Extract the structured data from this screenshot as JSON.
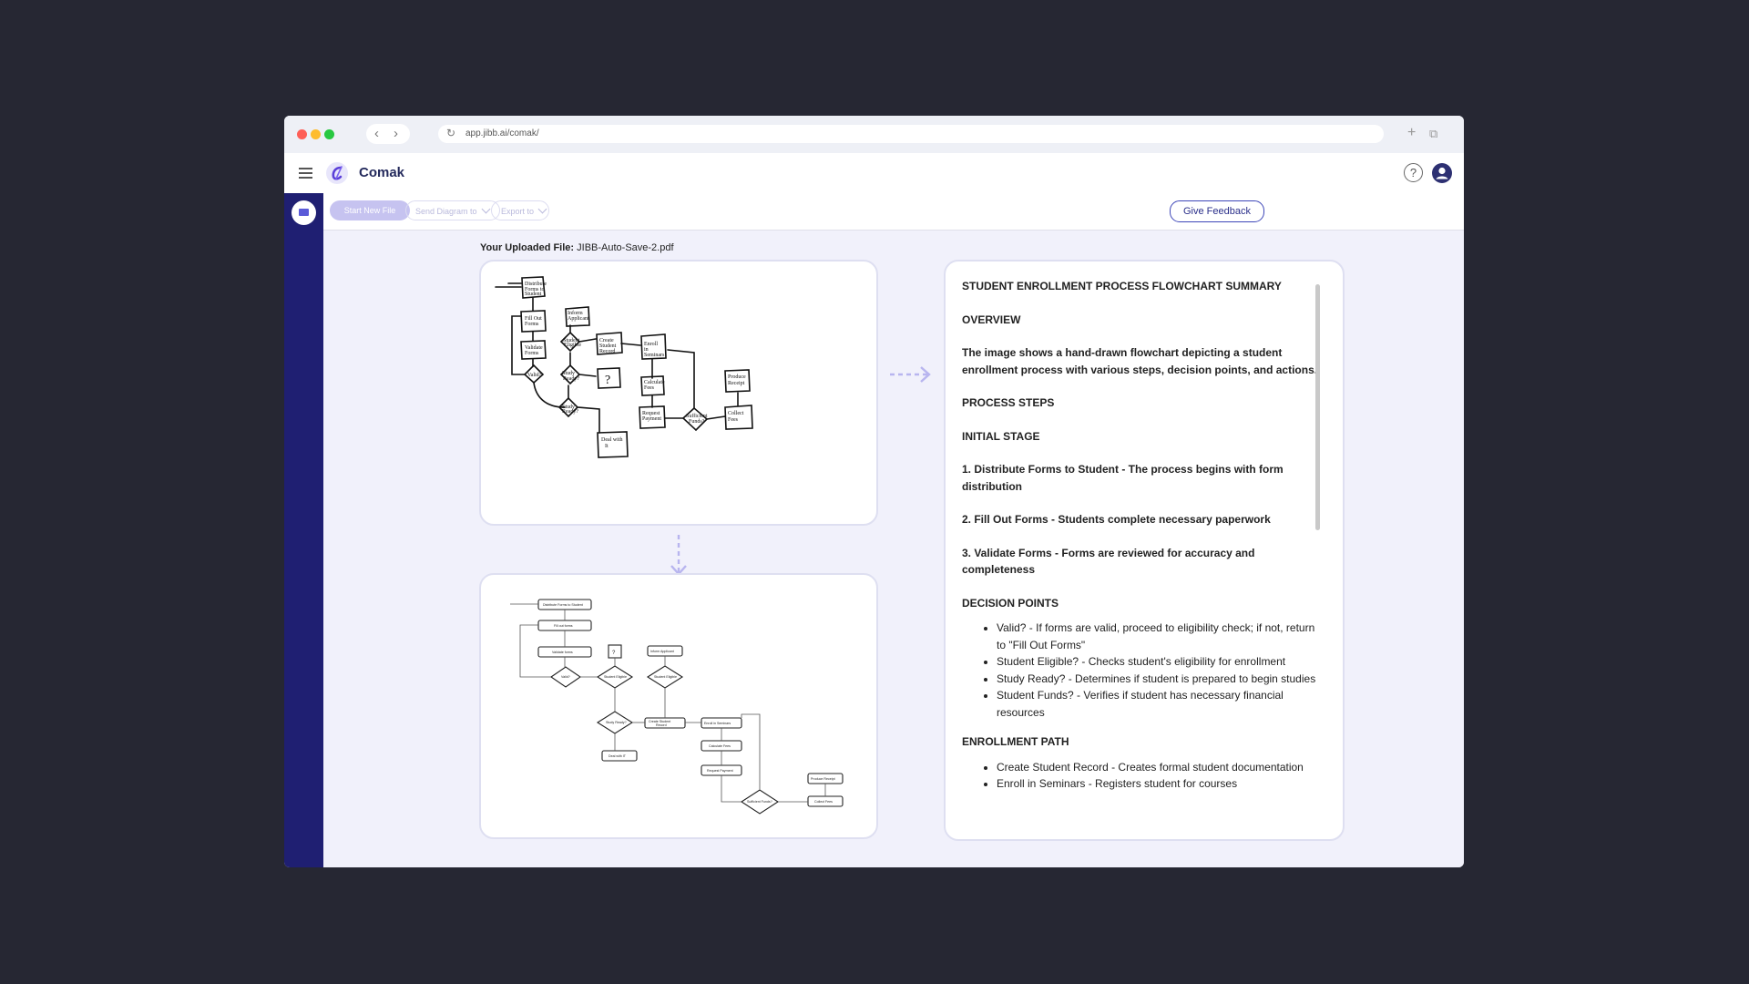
{
  "browser": {
    "url": "app.jibb.ai/comak/"
  },
  "app": {
    "name": "Comak",
    "help_symbol": "?"
  },
  "toolbar": {
    "start_new_file": "Start New File",
    "send_diagram_to": "Send Diagram to",
    "export_to": "Export to",
    "give_feedback": "Give Feedback"
  },
  "upload": {
    "label": "Your Uploaded File:",
    "filename": "JIBB-Auto-Save-2.pdf"
  },
  "sketch": {
    "labels": [
      "Distribute Forms to Student",
      "Fill Out Forms",
      "Validate Forms",
      "Valid?",
      "Inform Applicant",
      "Student Eligible?",
      "Create Student Record",
      "Enroll in Seminars",
      "Calculate Fees",
      "Request Payment",
      "Sufficient Funds?",
      "Collect Fees",
      "Produce Receipt",
      "Study Ready?",
      "Deal with It",
      "?"
    ]
  },
  "diagram": {
    "labels": [
      "Distribute Forms to Student",
      "Fill out forms",
      "Validate forms",
      "Valid?",
      "Student Eligible",
      "Inform Applicant",
      "Student Eligible",
      "Study Ready?",
      "Create Student Record",
      "Deal with IT",
      "Enroll in Seminars",
      "Calculate Fees",
      "Request Payment",
      "Sufficient Funds?",
      "Produce Receipt",
      "Collect Fees",
      "?"
    ]
  },
  "summary": {
    "title": "STUDENT ENROLLMENT PROCESS FLOWCHART SUMMARY",
    "overview_heading": "OVERVIEW",
    "overview_text": "The image shows a hand-drawn flowchart depicting a student enrollment process with various steps, decision points, and actions.",
    "process_heading": "PROCESS STEPS",
    "initial_heading": "INITIAL STAGE",
    "steps": [
      "1. Distribute Forms to Student - The process begins with form distribution",
      "2. Fill Out Forms - Students complete necessary paperwork",
      "3. Validate Forms - Forms are reviewed for accuracy and completeness"
    ],
    "decision_heading": "DECISION POINTS",
    "decisions": [
      "Valid? - If forms are valid, proceed to eligibility check; if not, return to \"Fill Out Forms\"",
      "Student Eligible? - Checks student's eligibility for enrollment",
      "Study Ready? - Determines if student is prepared to begin studies",
      "Student Funds? - Verifies if student has necessary financial resources"
    ],
    "enrollment_heading": "ENROLLMENT PATH",
    "enrollment": [
      "Create Student Record - Creates formal student documentation",
      "Enroll in Seminars - Registers student for courses"
    ]
  },
  "colors": {
    "sidebar": "#1f1f72",
    "accent": "#3d46b8",
    "background": "#262733"
  }
}
